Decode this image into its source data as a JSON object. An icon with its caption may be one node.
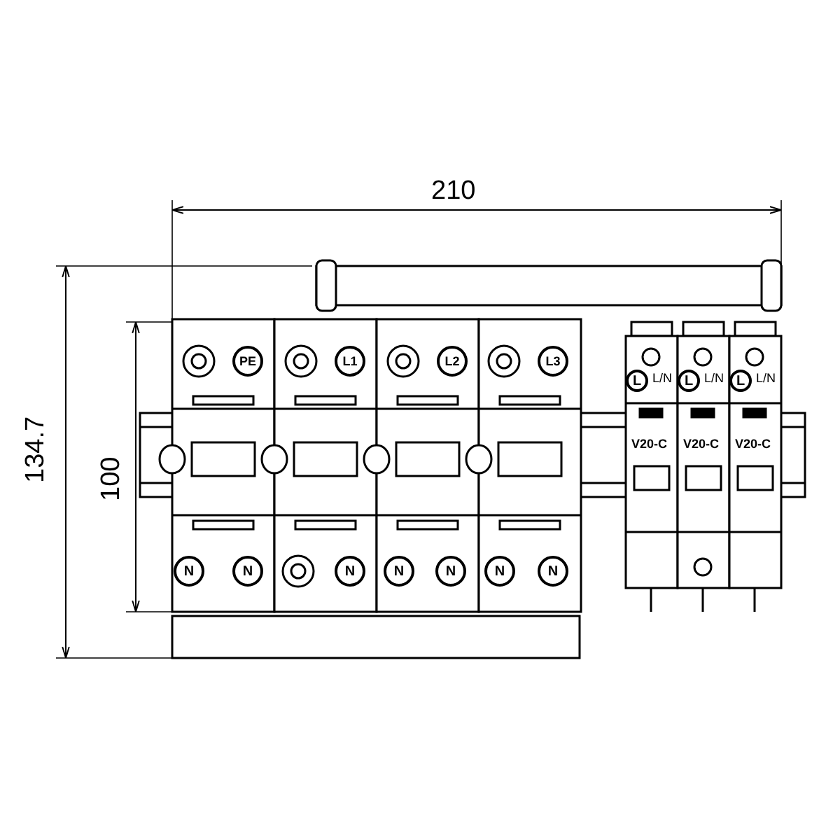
{
  "diagram": {
    "nodes": [
      {
        "text": [
          "PE"
        ]
      },
      {
        "text": [
          "L1"
        ]
      },
      {
        "text": [
          "L2"
        ]
      },
      {
        "text": [
          "L3"
        ]
      },
      {
        "text": [
          "L"
        ]
      },
      {
        "text": [
          "L"
        ]
      },
      {
        "text": [
          "L"
        ]
      },
      {
        "text": [
          "N"
        ]
      },
      {
        "text": [
          "N"
        ]
      },
      {
        "text": [
          "N"
        ]
      },
      {
        "text": [
          "N"
        ]
      },
      {
        "text": [
          "N"
        ]
      },
      {
        "text": [
          "N"
        ]
      },
      {
        "text": [
          "N"
        ]
      }
    ],
    "labels": [
      "210",
      "134.7",
      "100",
      "L/N",
      "L/N",
      "L/N",
      "V20-C",
      "V20-C",
      "V20-C"
    ]
  }
}
